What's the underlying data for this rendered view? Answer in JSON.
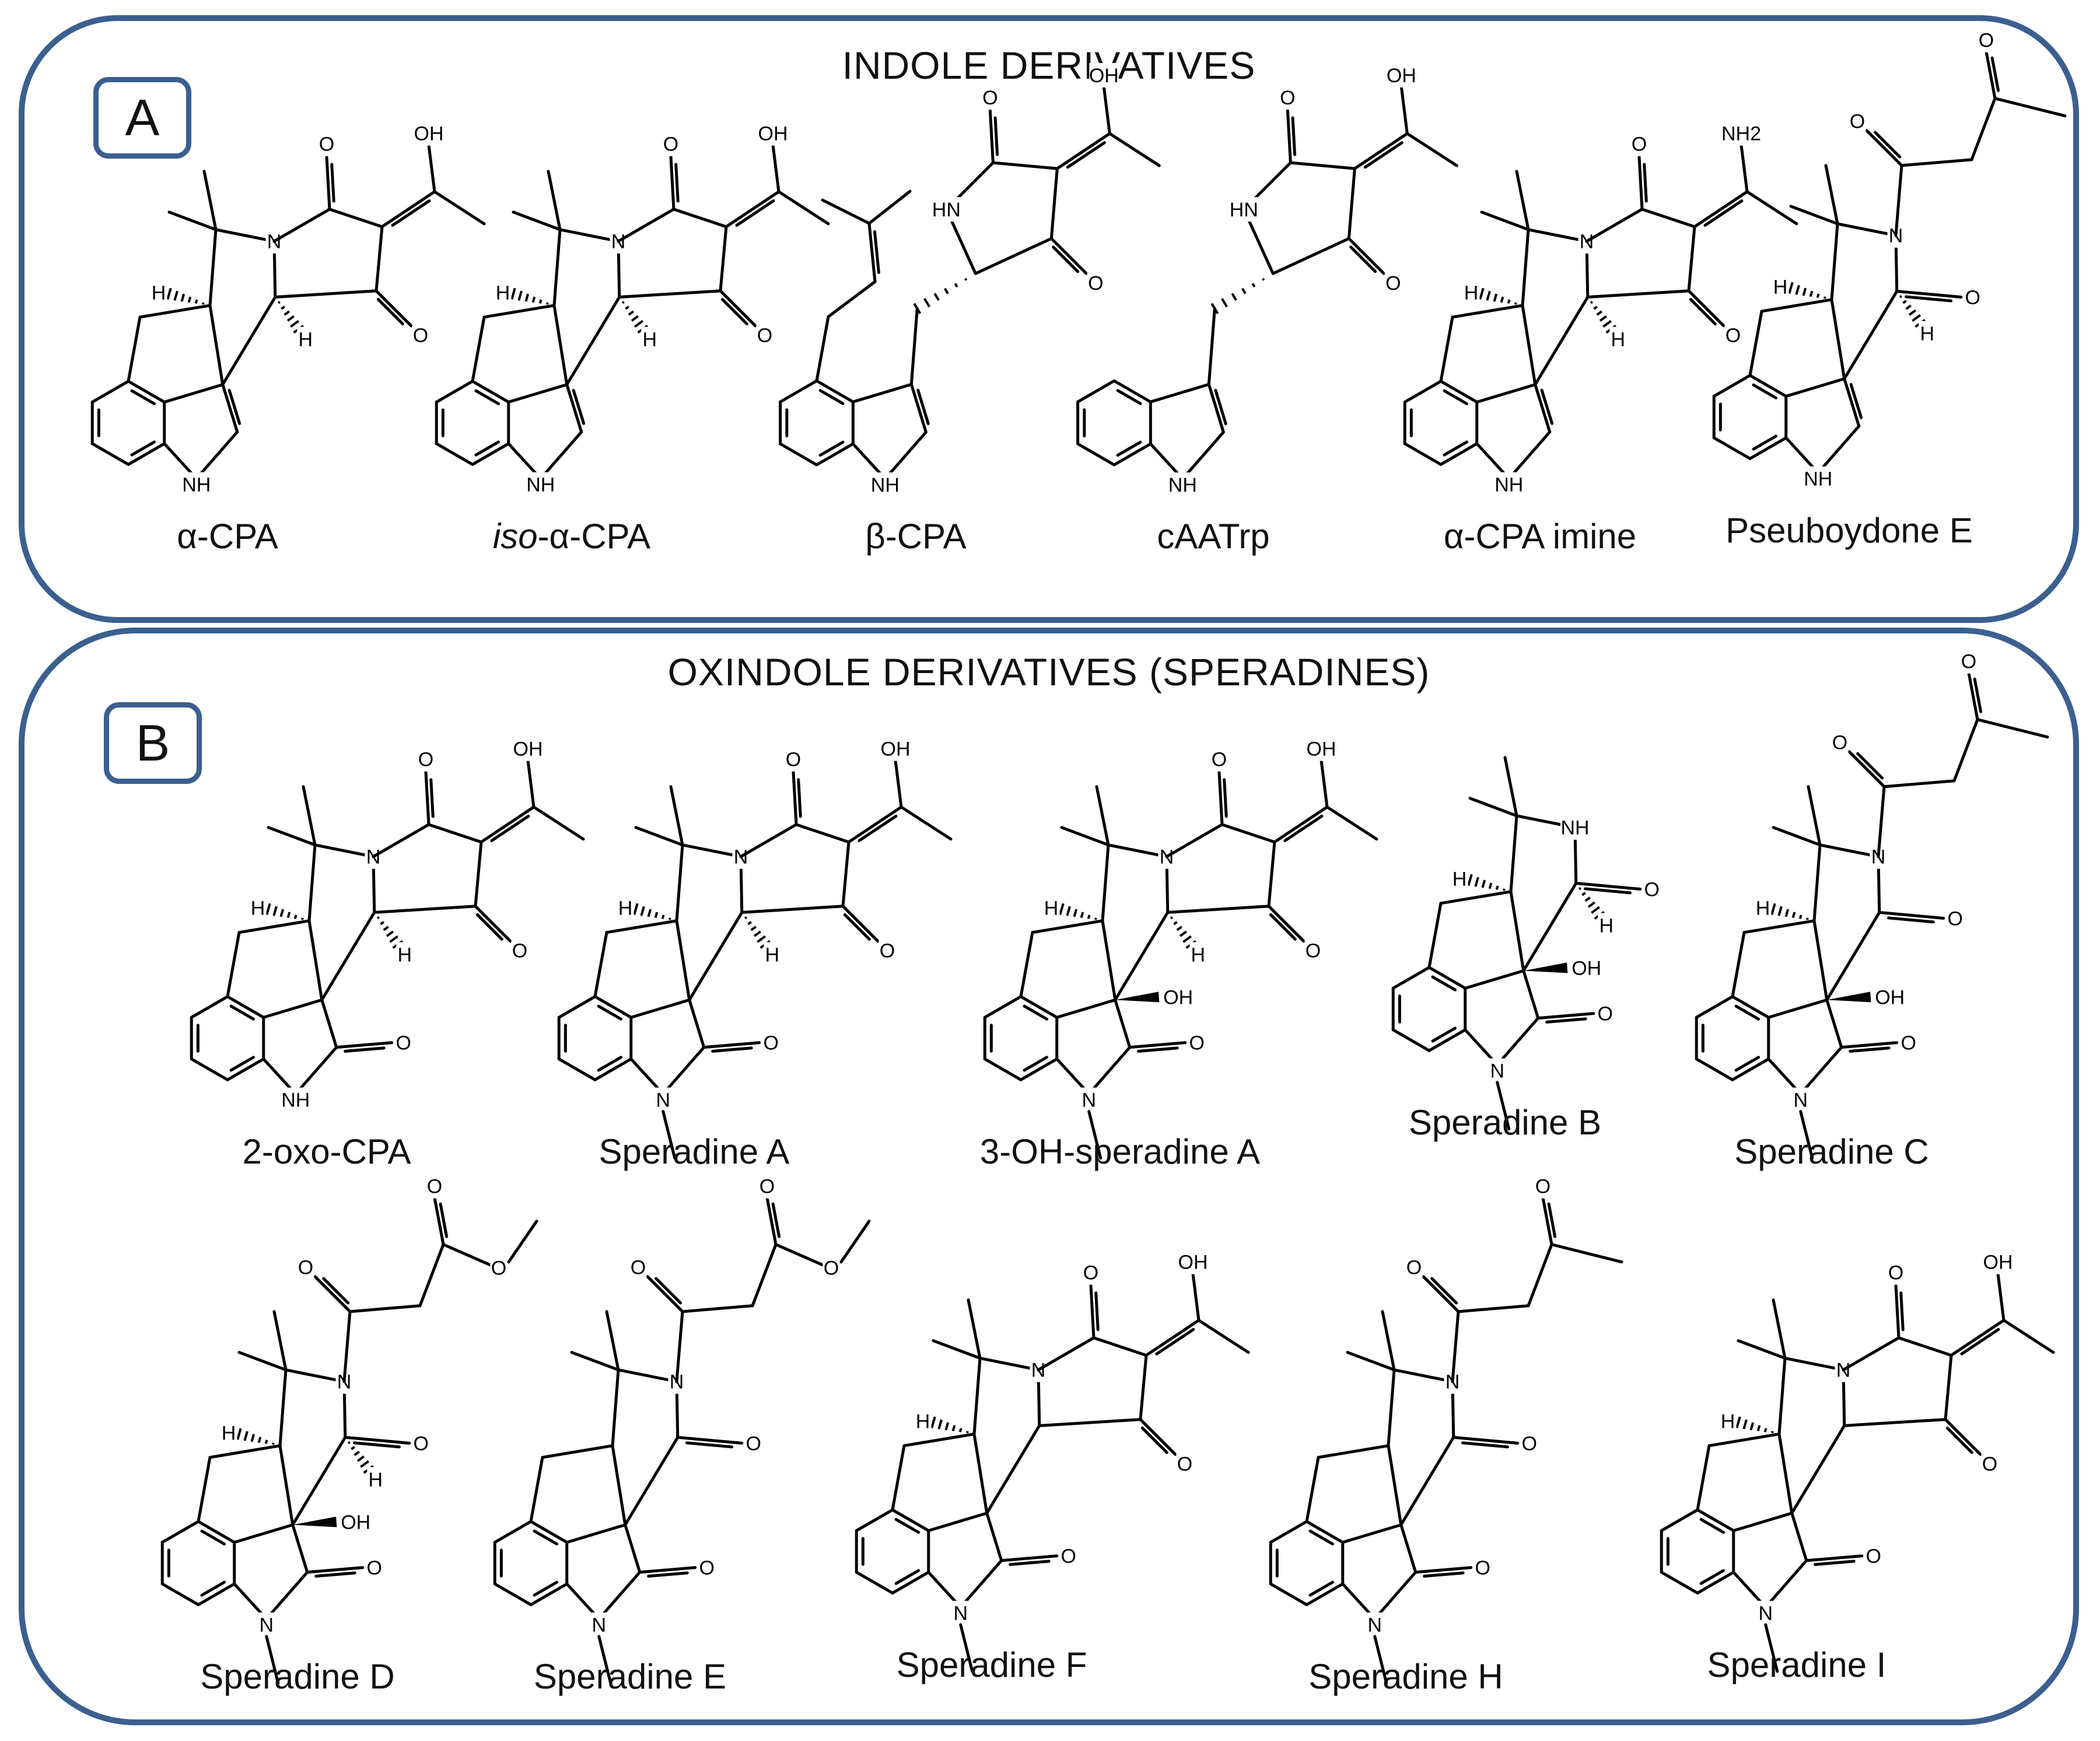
{
  "panels": [
    {
      "letter": "A",
      "heading": "INDOLE DERIVATIVES",
      "compounds": [
        {
          "name": "α-CPA"
        },
        {
          "name_prefix": "iso",
          "name_rest": "-α-CPA"
        },
        {
          "name": "β-CPA"
        },
        {
          "name": "cAATrp"
        },
        {
          "name": "α-CPA imine"
        },
        {
          "name": "Pseuboydone E"
        }
      ]
    },
    {
      "letter": "B",
      "heading": "OXINDOLE DERIVATIVES  (SPERADINES)",
      "compounds": [
        {
          "name": "2-oxo-CPA"
        },
        {
          "name": "Speradine A"
        },
        {
          "name": "3-OH-speradine A"
        },
        {
          "name": "Speradine B"
        },
        {
          "name": "Speradine C"
        },
        {
          "name": "Speradine D"
        },
        {
          "name": "Speradine E"
        },
        {
          "name": "Speradine F"
        },
        {
          "name": "Speradine H"
        },
        {
          "name": "Speradine I"
        }
      ]
    }
  ],
  "atom_labels": {
    "OH": "OH",
    "O": "O",
    "N": "N",
    "NH": "NH",
    "HN": "HN",
    "H": "H",
    "NH2": "NH2"
  },
  "colors": {
    "panel_border": "#3b5f8f",
    "ink": "#000000"
  }
}
